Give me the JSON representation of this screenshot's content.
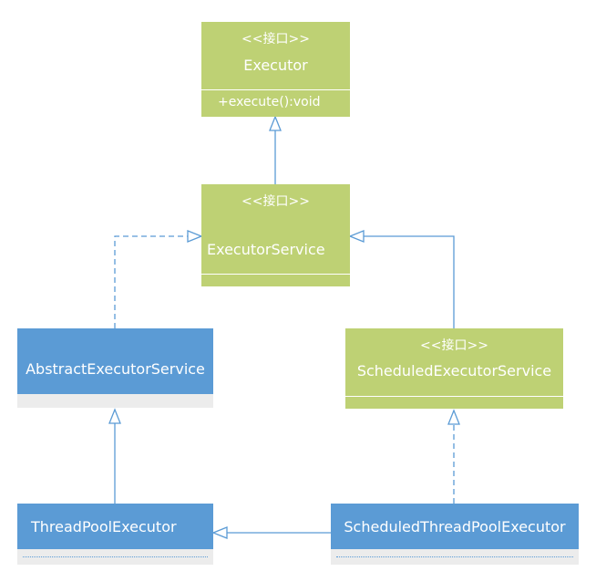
{
  "classes": {
    "executor": {
      "stereotype": "<<接口>>",
      "name": "Executor",
      "method": "+execute():void"
    },
    "executor_service": {
      "stereotype": "<<接口>>",
      "name": "ExecutorService"
    },
    "abstract_executor_service": {
      "name": "AbstractExecutorService"
    },
    "scheduled_executor_service": {
      "stereotype": "<<接口>>",
      "name": "ScheduledExecutorService"
    },
    "thread_pool_executor": {
      "name": "ThreadPoolExecutor"
    },
    "scheduled_thread_pool_executor": {
      "name": "ScheduledThreadPoolExecutor"
    }
  },
  "colors": {
    "interface_fill": "#bed174",
    "class_fill": "#5b9bd5",
    "class_body_fill": "#ececec",
    "connector": "#5b9bd5",
    "text": "#ffffff"
  }
}
